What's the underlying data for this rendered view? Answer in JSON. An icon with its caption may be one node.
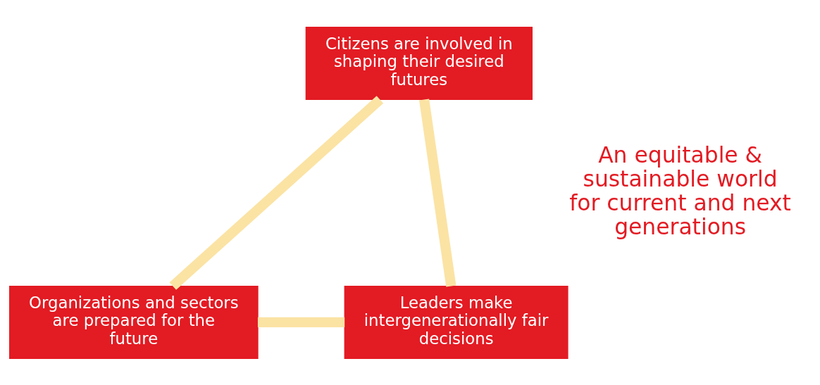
{
  "diagram": {
    "nodes": [
      {
        "text": [
          "Citizens are involved in shaping their desired futures"
        ]
      },
      {
        "text": [
          "Organizations and sectors are prepared for the future"
        ]
      },
      {
        "text": [
          "Leaders make intergenerationally fair decisions"
        ]
      }
    ],
    "edges": [
      {
        "from": 0,
        "to": 1,
        "arrow": "none"
      },
      {
        "from": 0,
        "to": 2,
        "arrow": "none"
      },
      {
        "from": 1,
        "to": 2,
        "arrow": "none"
      }
    ],
    "labels": [
      "An equitable & sustainable world for current and next generations"
    ]
  }
}
